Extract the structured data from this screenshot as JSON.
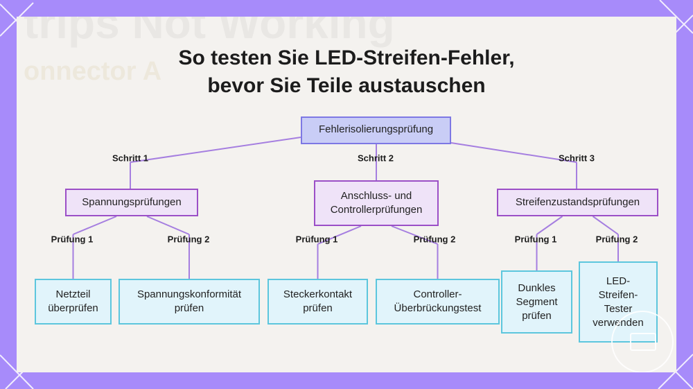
{
  "title": {
    "line1": "So testen Sie LED-Streifen-Fehler,",
    "line2": "bevor Sie Teile austauschen"
  },
  "background": {
    "ghost_title": "trips Not Working",
    "ghost_sub": "onnector A"
  },
  "diagram": {
    "root": "Fehlerisolierungsprüfung",
    "steps": [
      {
        "edge_label": "Schritt 1",
        "lines": [
          "Spannungsprüfungen"
        ],
        "checks": [
          {
            "edge_label": "Prüfung 1",
            "lines": [
              "Netzteil",
              "überprüfen"
            ]
          },
          {
            "edge_label": "Prüfung 2",
            "lines": [
              "Spannungskonformität",
              "prüfen"
            ]
          }
        ]
      },
      {
        "edge_label": "Schritt 2",
        "lines": [
          "Anschluss- und",
          "Controllerprüfungen"
        ],
        "checks": [
          {
            "edge_label": "Prüfung 1",
            "lines": [
              "Steckerkontakt",
              "prüfen"
            ]
          },
          {
            "edge_label": "Prüfung 2",
            "lines": [
              "Controller-",
              "Überbrückungstest"
            ]
          }
        ]
      },
      {
        "edge_label": "Schritt 3",
        "lines": [
          "Streifenzustandsprüfungen"
        ],
        "checks": [
          {
            "edge_label": "Prüfung 1",
            "lines": [
              "Dunkles",
              "Segment",
              "prüfen"
            ]
          },
          {
            "edge_label": "Prüfung 2",
            "lines": [
              "LED-",
              "Streifen-",
              "Tester",
              "verwenden"
            ]
          }
        ]
      }
    ]
  },
  "colors": {
    "frame": "#a78bfa",
    "root_fill": "#c9cdf6",
    "root_border": "#7d78e4",
    "step_fill": "#efe3f8",
    "step_border": "#9b4fc7",
    "check_fill": "#e1f4fb",
    "check_border": "#5cc6dd",
    "connector": "#a57ee0"
  }
}
